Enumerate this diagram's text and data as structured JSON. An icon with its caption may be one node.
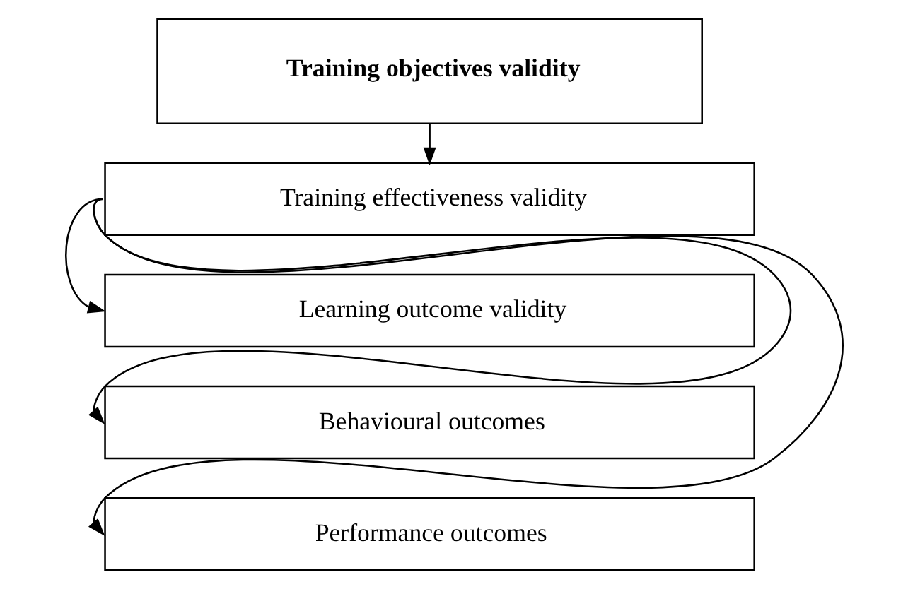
{
  "diagram": {
    "nodes": [
      {
        "text": [
          "Training objectives validity"
        ]
      },
      {
        "text": [
          "Training effectiveness validity"
        ]
      },
      {
        "text": [
          "Learning outcome validity"
        ]
      },
      {
        "text": [
          "Behavioural outcomes"
        ]
      },
      {
        "text": [
          "Performance outcomes"
        ]
      }
    ],
    "edges": [
      {
        "from": 0,
        "to": 1,
        "arrow": "to"
      },
      {
        "from": 1,
        "to": 2,
        "arrow": "to"
      },
      {
        "from": 1,
        "to": 3,
        "arrow": "to"
      },
      {
        "from": 1,
        "to": 4,
        "arrow": "to"
      }
    ]
  }
}
